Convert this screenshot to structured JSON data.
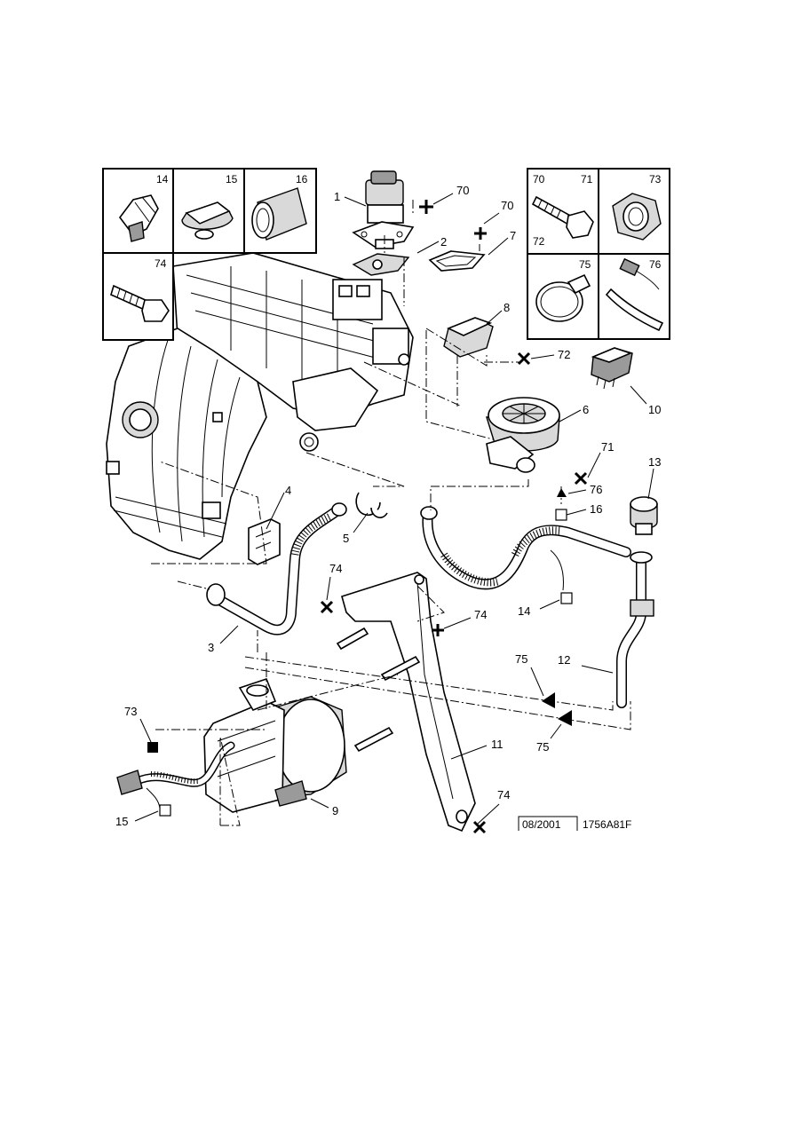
{
  "callouts": {
    "n1": "1",
    "n2": "2",
    "n3": "3",
    "n4": "4",
    "n5": "5",
    "n6": "6",
    "n7": "7",
    "n8": "8",
    "n9": "9",
    "n10": "10",
    "n11": "11",
    "n12": "12",
    "n13": "13",
    "n14": "14",
    "n15": "15",
    "n16": "16",
    "n70a": "70",
    "n70b": "70",
    "n71": "71",
    "n72": "72",
    "n73": "73",
    "n74a": "74",
    "n74b": "74",
    "n74c": "74",
    "n75a": "75",
    "n75b": "75",
    "n76": "76"
  },
  "inset_left": {
    "box14": "14",
    "box15": "15",
    "box16": "16",
    "box74": "74"
  },
  "inset_right": {
    "box70": "70",
    "box71": "71",
    "box72": "72",
    "box73": "73",
    "box75": "75",
    "box76": "76"
  },
  "footer": {
    "date": "08/2001",
    "code": "1756A81F"
  },
  "colors": {
    "line": "#000000",
    "background": "#ffffff",
    "shade_light": "#d9d9d9",
    "shade_dark": "#9a9a9a"
  }
}
